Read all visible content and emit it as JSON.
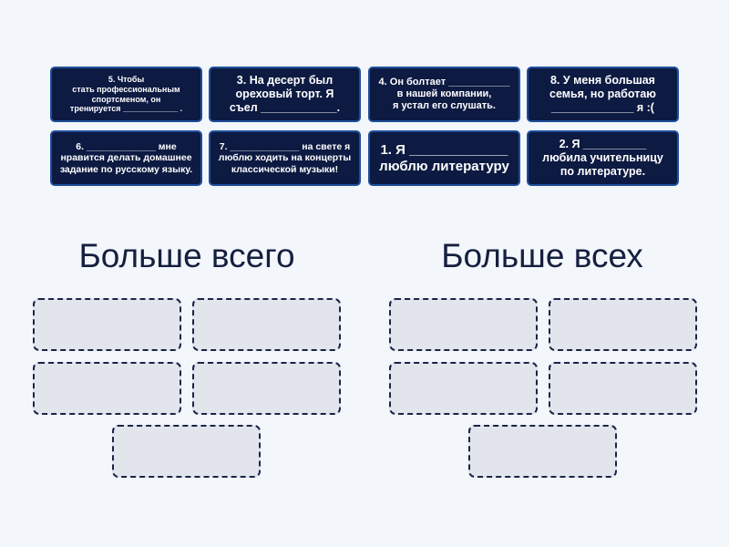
{
  "cards": [
    {
      "text": "5. Чтобы\nстать профессиональным\nспортсменом, он\nтренируется ____________ ."
    },
    {
      "text": "3. На десерт был\nореховый торт. Я\nсъел ____________."
    },
    {
      "text": "4. Он болтает ___________\nв нашей компании,\nя устал его слушать."
    },
    {
      "text": "8. У меня большая\nсемья, но работаю\n_____________ я :("
    },
    {
      "text": "6. _____________ мне\nнравится делать домашнее\nзадание по русскому языку."
    },
    {
      "text": "7. _____________ на свете я\nлюблю ходить на концерты\nклассической музыки!"
    },
    {
      "text": "1. Я _____________\nлюблю литературу"
    },
    {
      "text": "2. Я __________\nлюбила учительницу\nпо литературе."
    }
  ],
  "groups": [
    {
      "title": "Больше всего"
    },
    {
      "title": "Больше всех"
    }
  ]
}
